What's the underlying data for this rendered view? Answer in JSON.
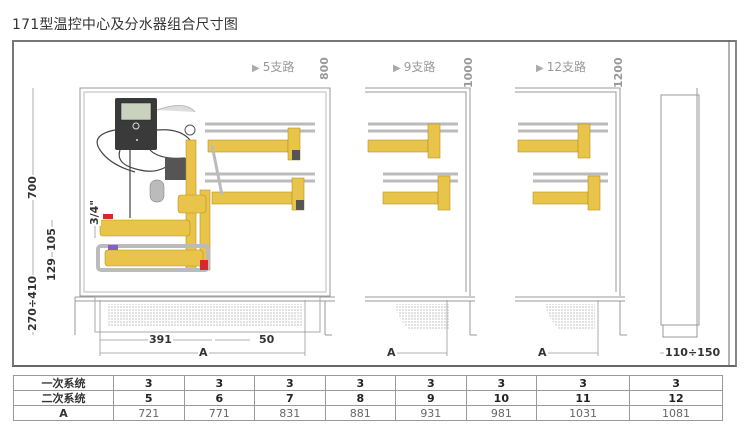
{
  "title": "171型温控中心及分水器组合尺寸图",
  "variants": [
    {
      "branches_label": "5支路",
      "height_label": "800"
    },
    {
      "branches_label": "9支路",
      "height_label": "1000"
    },
    {
      "branches_label": "12支路",
      "height_label": "1200"
    }
  ],
  "dimensions": {
    "height_700": "700",
    "thread": "3/4\"",
    "d105": "105",
    "d129": "129",
    "leg_range": "270÷410",
    "width_391": "391",
    "width_50": "50",
    "width_A": "A",
    "depth_range": "110÷150"
  },
  "colors": {
    "brass": "#e8c44a",
    "brass_dark": "#b8921e",
    "controller": "#3a3a3a",
    "valve_red": "#d62a2a",
    "valve_purple": "#8a5cc8",
    "line": "#888888"
  },
  "table": {
    "rows": [
      {
        "header": "一次系统",
        "values": [
          "3",
          "3",
          "3",
          "3",
          "3",
          "3",
          "3",
          "3"
        ]
      },
      {
        "header": "二次系统",
        "values": [
          "5",
          "6",
          "7",
          "8",
          "9",
          "10",
          "11",
          "12"
        ]
      },
      {
        "header": "A",
        "values": [
          "721",
          "771",
          "831",
          "881",
          "931",
          "981",
          "1031",
          "1081"
        ]
      }
    ]
  }
}
